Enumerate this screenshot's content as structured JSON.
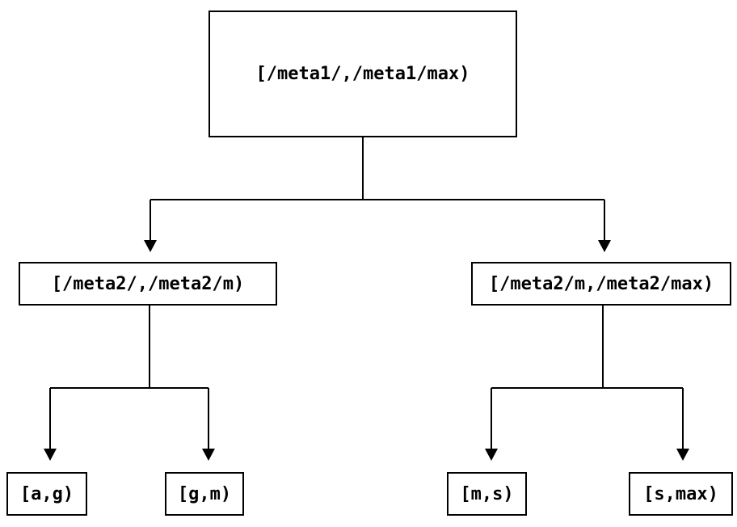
{
  "diagram": {
    "title": "interval-partition-tree",
    "line_color": "#000000",
    "box_background": "#ffffff",
    "tree": {
      "root": {
        "label": "[/meta1/,/meta1/max)"
      },
      "children": [
        {
          "label": "[/meta2/,/meta2/m)",
          "children": [
            {
              "label": "[a,g)"
            },
            {
              "label": "[g,m)"
            }
          ]
        },
        {
          "label": "[/meta2/m,/meta2/max)",
          "children": [
            {
              "label": "[m,s)"
            },
            {
              "label": "[s,max)"
            }
          ]
        }
      ]
    }
  }
}
